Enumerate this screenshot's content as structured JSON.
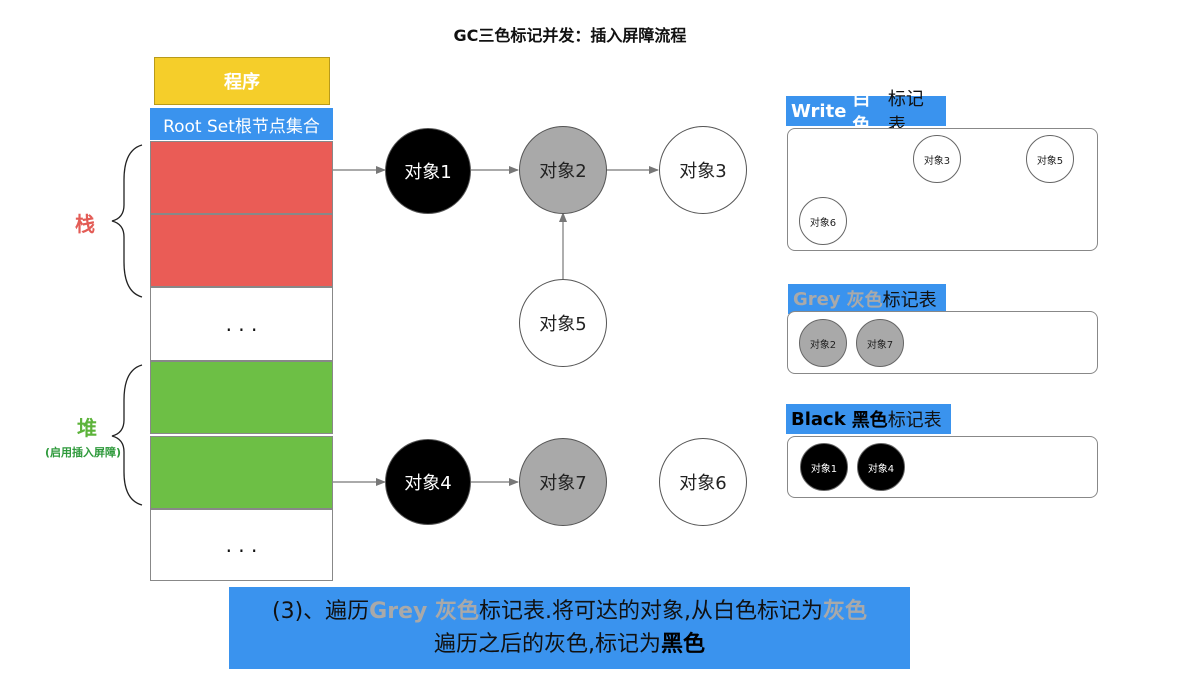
{
  "title": "GC三色标记并发：插入屏障流程",
  "left_column": {
    "program_label": "程序",
    "rootset_label": "Root Set根节点集合",
    "ellipsis_1": ". . .",
    "ellipsis_2": ". . .",
    "stack_label": "栈",
    "heap_label": "堆",
    "heap_note": "(启用插入屏障)"
  },
  "graph": {
    "obj1": "对象1",
    "obj2": "对象2",
    "obj3": "对象3",
    "obj4": "对象4",
    "obj5": "对象5",
    "obj6": "对象6",
    "obj7": "对象7"
  },
  "tables": {
    "white": {
      "title_en": "Write",
      "title_cn": "白色",
      "suffix": "标记表",
      "items": [
        "对象3",
        "对象5",
        "对象6"
      ]
    },
    "grey": {
      "title_en": "Grey",
      "title_cn": "灰色",
      "suffix": "标记表",
      "items": [
        "对象2",
        "对象7"
      ]
    },
    "black": {
      "title_en": "Black",
      "title_cn": "黑色",
      "suffix": "标记表",
      "items": [
        "对象1",
        "对象4"
      ]
    }
  },
  "caption": {
    "part1": "(3)、遍历",
    "grey_en": "Grey 灰色",
    "part2": "标记表.将可达的对象,从白色标记为",
    "grey_cn": "灰色",
    "part3": "遍历之后的灰色,标记为",
    "black": "黑色"
  },
  "colors": {
    "blue_header": "#3a93ee",
    "program_yellow": "#f5ce2a",
    "stack_red": "#ea5c56",
    "heap_green": "#6dbf45",
    "grey_node": "#a9a9a9",
    "black_node": "#000000"
  }
}
